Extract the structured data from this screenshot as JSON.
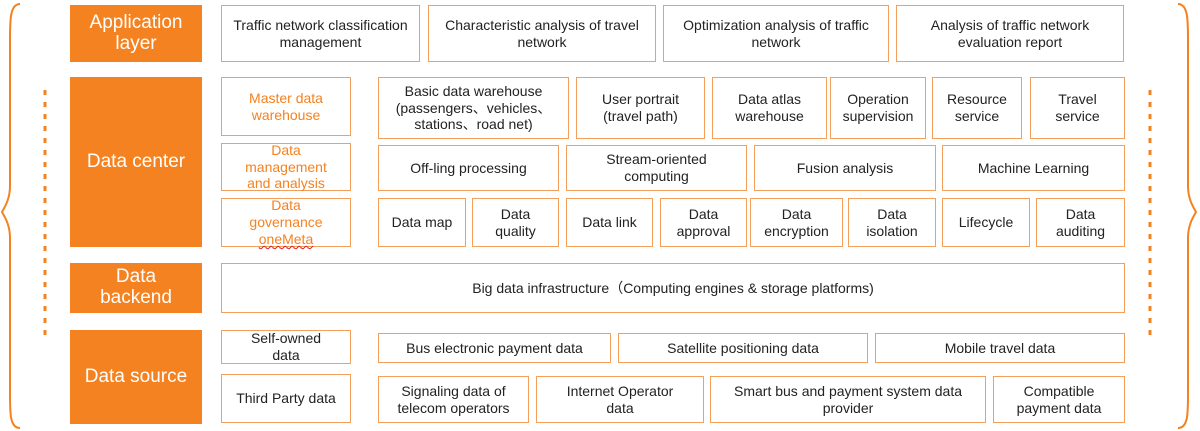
{
  "colors": {
    "accent": "#f58220",
    "box_border": "#f5a05a"
  },
  "layers": {
    "application": "Application layer",
    "data_center": "Data center",
    "data_backend": "Data backend",
    "data_source": "Data source"
  },
  "application": [
    "Traffic network classification management",
    "Characteristic analysis of travel network",
    "Optimization analysis  of traffic network",
    "Analysis of traffic network evaluation report"
  ],
  "data_center": {
    "left": {
      "master_warehouse": "Master data warehouse",
      "management_analysis": "Data management and analysis",
      "governance": "Data governance",
      "governance_brand": "oneMeta"
    },
    "row1": [
      "Basic data warehouse (passengers、vehicles、stations、road net)",
      "User portrait (travel path)",
      "Data atlas warehouse",
      "Operation supervision",
      "Resource service",
      "Travel service"
    ],
    "row2": [
      "Off-ling processing",
      "Stream-oriented computing",
      "Fusion analysis",
      "Machine Learning"
    ],
    "row3": [
      "Data map",
      "Data quality",
      "Data link",
      "Data approval",
      "Data encryption",
      "Data isolation",
      "Lifecycle",
      "Data auditing"
    ]
  },
  "backend": {
    "infrastructure": "Big data infrastructure（Computing engines & storage platforms)"
  },
  "data_source": {
    "row1_left": "Self-owned data",
    "row1": [
      "Bus electronic payment data",
      "Satellite positioning data",
      "Mobile travel data"
    ],
    "row2_left": "Third Party data",
    "row2": [
      "Signaling data of telecom operators",
      "Internet Operator data",
      "Smart bus and payment system data provider",
      "Compatible payment data"
    ]
  }
}
